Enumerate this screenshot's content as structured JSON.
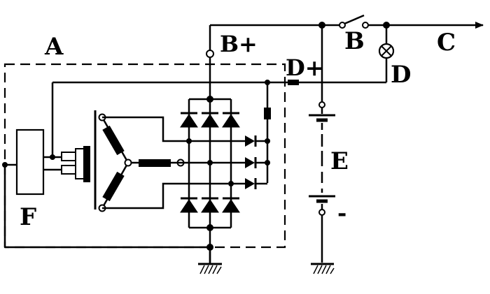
{
  "labels": {
    "A": "A",
    "B_plus": "B+",
    "D_plus": "D+",
    "B": "B",
    "C": "C",
    "D": "D",
    "E": "E",
    "F": "F",
    "minus": "-"
  },
  "colors": {
    "line": "#000000",
    "background": "#ffffff"
  }
}
